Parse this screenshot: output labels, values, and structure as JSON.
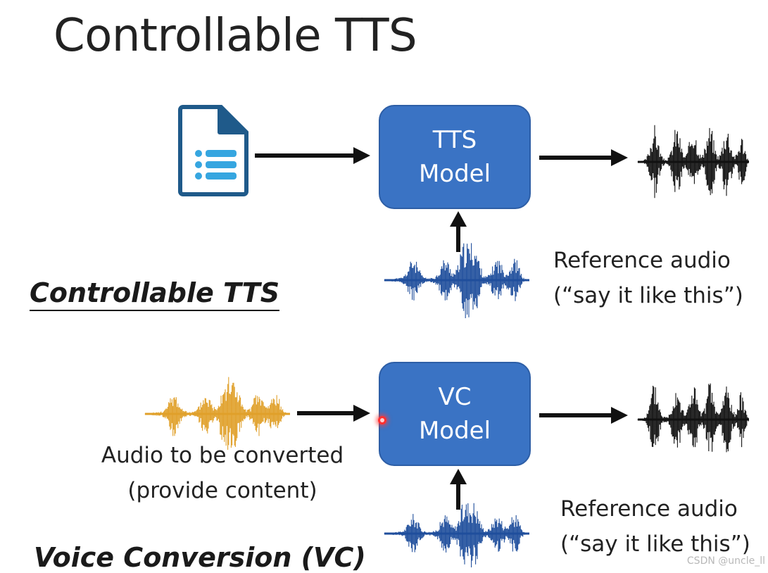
{
  "title": "Controllable TTS",
  "tts_section": {
    "label": "Controllable TTS",
    "model_line1": "TTS",
    "model_line2": "Model",
    "reference_line1": "Reference audio",
    "reference_line2": "(“say it like this”)"
  },
  "vc_section": {
    "label": "Voice Conversion (VC)",
    "model_line1": "VC",
    "model_line2": "Model",
    "source_line1": "Audio to be converted",
    "source_line2": "(provide content)",
    "reference_line1": "Reference audio",
    "reference_line2": "(“say it like this”)"
  },
  "watermark": "CSDN @uncle_ll",
  "icons": {
    "document": "text-document-icon"
  },
  "colors": {
    "model_box": "#3a73c4",
    "reference_wave": "#1f4e9c",
    "output_wave": "#111111",
    "source_wave": "#e0a02a",
    "document_icon": "#1f5a8a",
    "document_lines": "#36a6e0"
  }
}
